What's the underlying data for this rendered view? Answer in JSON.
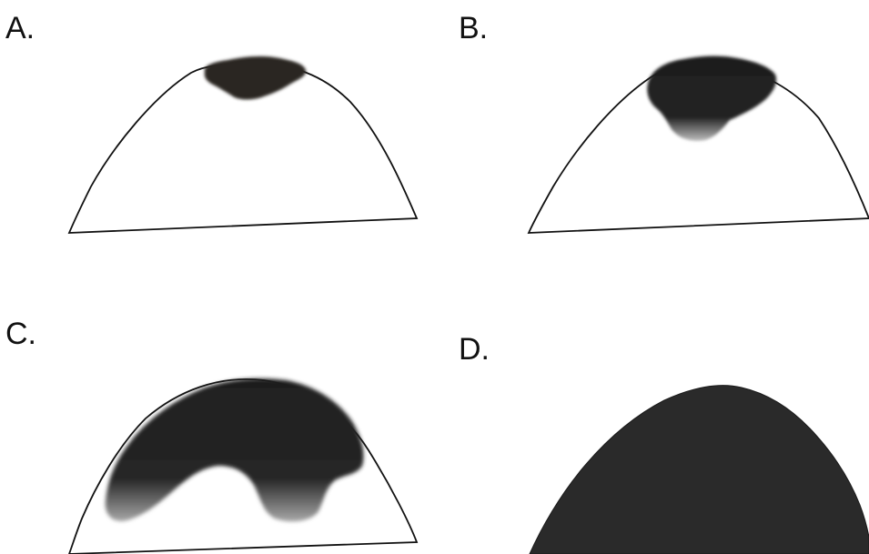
{
  "panels": [
    {
      "id": "a",
      "label": "A."
    },
    {
      "id": "b",
      "label": "B."
    },
    {
      "id": "c",
      "label": "C."
    },
    {
      "id": "d",
      "label": "D."
    }
  ],
  "colors": {
    "outline": "#111111",
    "fill_dark": "#2a2a2a",
    "fill_edge": "#9a9a9a",
    "background": "#ffffff"
  }
}
